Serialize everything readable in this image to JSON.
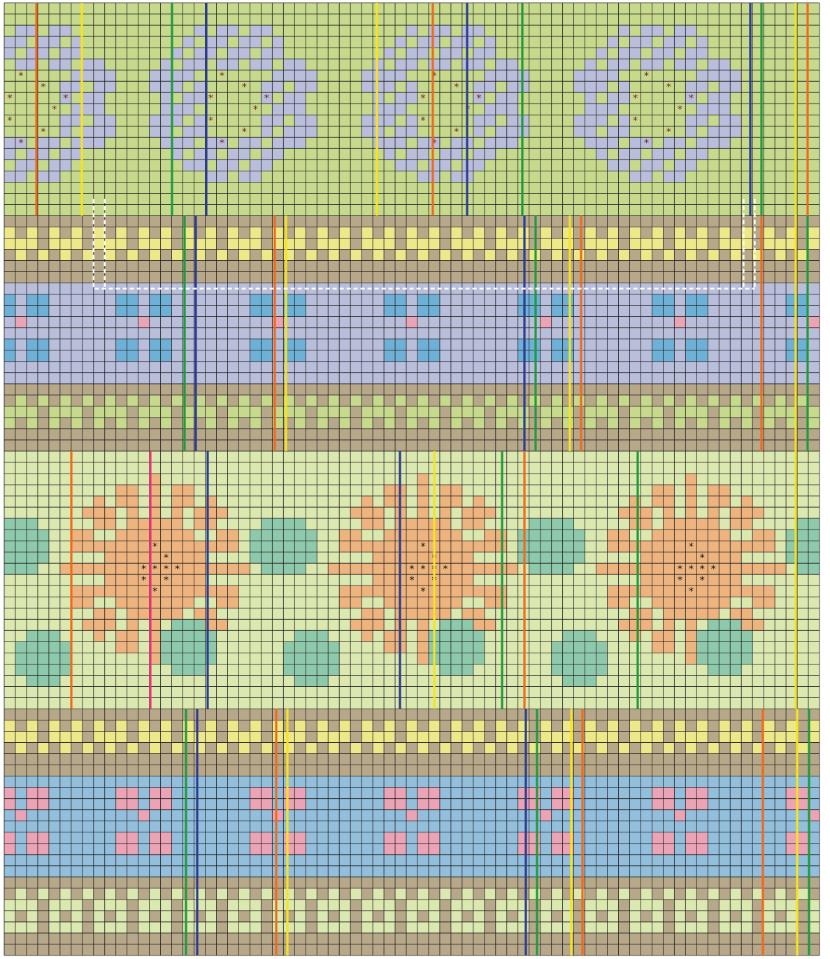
{
  "chart": {
    "cell_unit": "stitch",
    "columns": 73,
    "rows": 85,
    "stitch_symbol": "*",
    "colors": {
      "background_paper": "#ffffff",
      "grid_line": "#1a1a1a",
      "sage_green": "#c6d98c",
      "lavender": "#b9bedb",
      "taupe": "#b8a88a",
      "butter_yellow": "#ede88a",
      "pale_green": "#dbe8b0",
      "peach": "#eeb47f",
      "teal_green": "#8ec9ac",
      "sky_blue": "#93bfdc",
      "cornflower": "#6fb0d6",
      "pink": "#eba4b5",
      "rose_pink": "#f0a6c0"
    },
    "line_colors": {
      "orange": "#f06a1c",
      "yellow": "#f6e41c",
      "green": "#1f9a3a",
      "navy": "#2b3d8f",
      "magenta": "#e8337a",
      "dashed_marker": "#ffffff"
    },
    "bands": [
      {
        "name": "top-flower-band",
        "color": "sage_green",
        "motif": "lavender-rosette",
        "rows": 19
      },
      {
        "name": "yellow-dot-band",
        "color": "taupe",
        "motif": "butter-yellow-checks",
        "rows": 6
      },
      {
        "name": "lavender-flower-band",
        "color": "lavender",
        "motif": "sky-blue-quatrefoil",
        "rows": 9
      },
      {
        "name": "green-checker-band",
        "color": "taupe",
        "motif": "sage-green-checks",
        "rows": 6
      },
      {
        "name": "sunflower-band",
        "color": "pale_green",
        "motif": "peach-sunflower-with-teal-leaves",
        "rows": 23
      },
      {
        "name": "yellow-checker-band-2",
        "color": "taupe",
        "motif": "butter-yellow-checks",
        "rows": 6
      },
      {
        "name": "blue-flower-band",
        "color": "sky_blue",
        "motif": "pink-quatrefoil",
        "rows": 9
      },
      {
        "name": "bottom-checker-band",
        "color": "taupe",
        "motif": "pale-green-checks",
        "rows": 7
      }
    ]
  }
}
